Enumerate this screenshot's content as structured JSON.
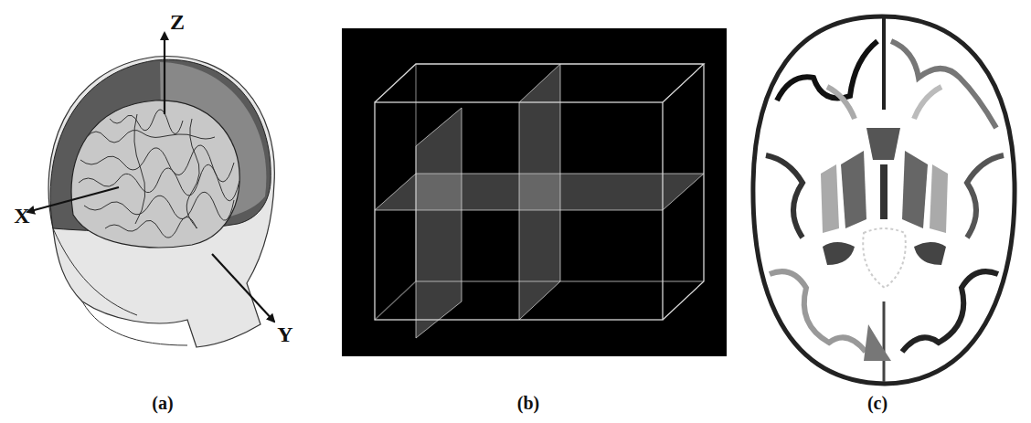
{
  "diagram": {
    "labels": [
      "Z",
      "X",
      "Y",
      "(a)",
      "(b)",
      "(c)"
    ]
  }
}
